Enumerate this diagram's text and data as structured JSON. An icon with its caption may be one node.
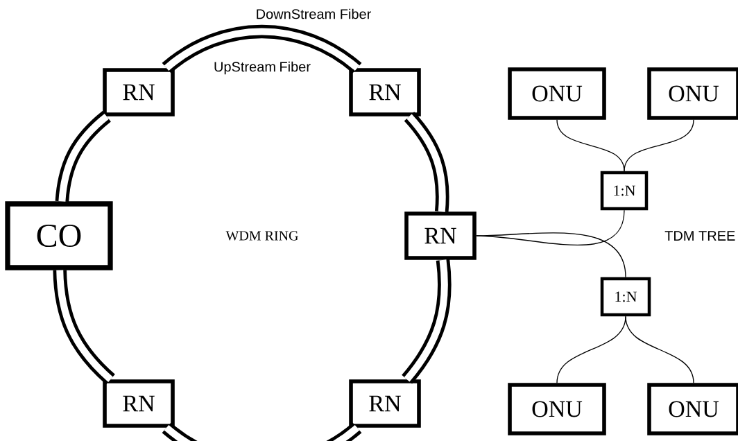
{
  "diagram": {
    "nodes": [
      {
        "text": [
          "RN"
        ]
      },
      {
        "text": [
          "RN"
        ]
      },
      {
        "text": [
          "ONU"
        ]
      },
      {
        "text": [
          "ONU"
        ]
      },
      {
        "text": [
          "1:N"
        ]
      },
      {
        "text": [
          "CO"
        ]
      },
      {
        "text": [
          "RN"
        ]
      },
      {
        "text": [
          "1:N"
        ]
      },
      {
        "text": [
          "RN"
        ]
      },
      {
        "text": [
          "RN"
        ]
      },
      {
        "text": [
          "ONU"
        ]
      },
      {
        "text": [
          "ONU"
        ]
      }
    ],
    "edges": [
      {
        "from": 5,
        "to": 0,
        "arrow": "none",
        "style": "thick"
      },
      {
        "from": 0,
        "to": 1,
        "arrow": "none",
        "style": "thick"
      },
      {
        "from": 1,
        "to": 6,
        "arrow": "none",
        "style": "thick"
      },
      {
        "from": 6,
        "to": 9,
        "arrow": "none",
        "style": "thick"
      },
      {
        "from": 9,
        "to": 8,
        "arrow": "none",
        "style": "thick"
      },
      {
        "from": 8,
        "to": 5,
        "arrow": "none",
        "style": "thick"
      },
      {
        "from": 6,
        "to": 4,
        "arrow": "none"
      },
      {
        "from": 6,
        "to": 7,
        "arrow": "none"
      },
      {
        "from": 4,
        "to": 2,
        "arrow": "none"
      },
      {
        "from": 4,
        "to": 3,
        "arrow": "none"
      },
      {
        "from": 7,
        "to": 10,
        "arrow": "none"
      },
      {
        "from": 7,
        "to": 11,
        "arrow": "none"
      }
    ],
    "labels": [
      "DownStream Fiber",
      "UpStream Fiber",
      "WDM RING",
      "TDM TREE"
    ]
  }
}
